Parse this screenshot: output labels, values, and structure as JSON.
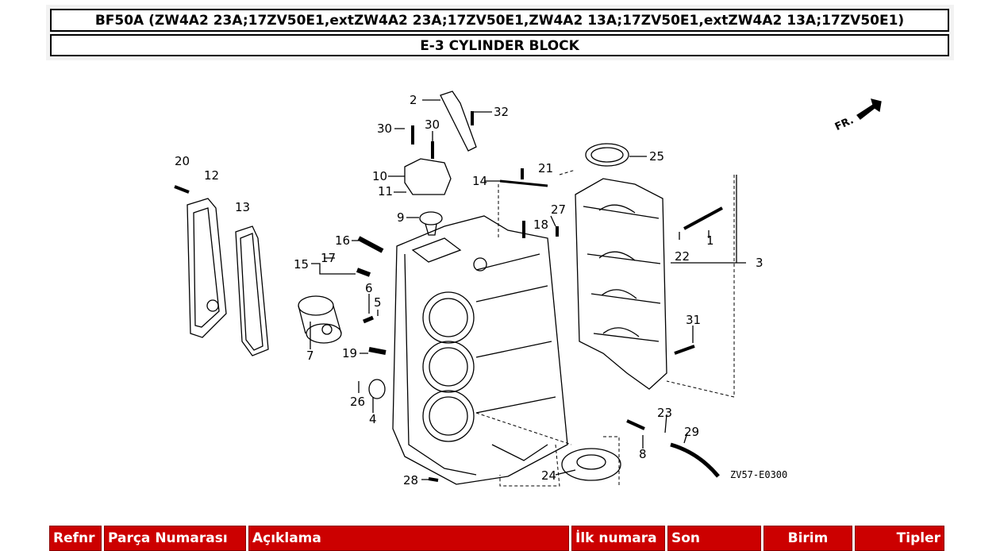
{
  "header": {
    "model_line": "BF50A (ZW4A2 23A;17ZV50E1,extZW4A2 23A;17ZV50E1,ZW4A2 13A;17ZV50E1,extZW4A2 13A;17ZV50E1)",
    "section_title": "E-3 CYLINDER BLOCK"
  },
  "diagram": {
    "code": "ZV57-E0300",
    "direction_label": "FR.",
    "callouts": [
      "1",
      "2",
      "3",
      "4",
      "5",
      "6",
      "7",
      "8",
      "9",
      "10",
      "11",
      "12",
      "13",
      "14",
      "15",
      "16",
      "17",
      "18",
      "19",
      "20",
      "21",
      "22",
      "23",
      "24",
      "25",
      "26",
      "27",
      "28",
      "29",
      "30",
      "30",
      "31",
      "32"
    ]
  },
  "table": {
    "columns": [
      "Refnr",
      "Parça Numarası",
      "Açıklama",
      "İlk numara",
      "Son",
      "Birim",
      "Tipler"
    ]
  }
}
